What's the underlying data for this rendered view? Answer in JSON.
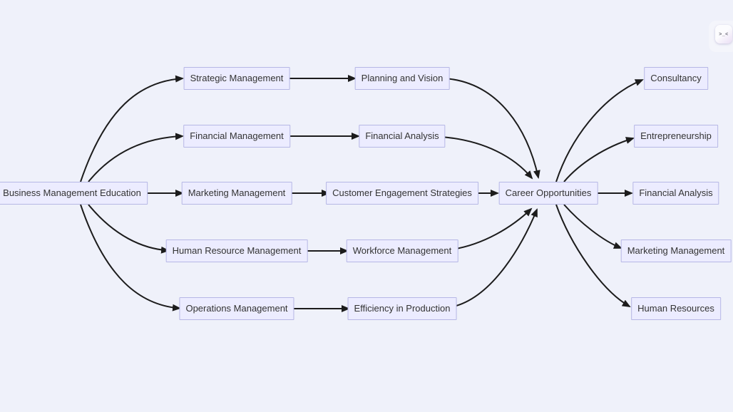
{
  "diagram": {
    "type": "flowchart-lr",
    "colors": {
      "node_fill": "#ECECFF",
      "node_border": "#b6b7e5",
      "edge": "#1c1c1c",
      "background": "#eff1fa",
      "text": "#333333"
    },
    "nodes": [
      {
        "id": "business-management-education",
        "label": "Business Management Education"
      },
      {
        "id": "strategic-management",
        "label": "Strategic Management"
      },
      {
        "id": "financial-management",
        "label": "Financial Management"
      },
      {
        "id": "marketing-management",
        "label": "Marketing Management"
      },
      {
        "id": "human-resource-management",
        "label": "Human Resource Management"
      },
      {
        "id": "operations-management",
        "label": "Operations Management"
      },
      {
        "id": "planning-and-vision",
        "label": "Planning and Vision"
      },
      {
        "id": "financial-analysis",
        "label": "Financial Analysis"
      },
      {
        "id": "customer-engagement-strategies",
        "label": "Customer Engagement Strategies"
      },
      {
        "id": "workforce-management",
        "label": "Workforce Management"
      },
      {
        "id": "efficiency-in-production",
        "label": "Efficiency in Production"
      },
      {
        "id": "career-opportunities",
        "label": "Career Opportunities"
      },
      {
        "id": "consultancy",
        "label": "Consultancy"
      },
      {
        "id": "entrepreneurship",
        "label": "Entrepreneurship"
      },
      {
        "id": "financial-analysis-outcome",
        "label": "Financial Analysis"
      },
      {
        "id": "marketing-management-outcome",
        "label": "Marketing Management"
      },
      {
        "id": "human-resources",
        "label": "Human Resources"
      }
    ],
    "edges": [
      {
        "from": "business-management-education",
        "to": "strategic-management"
      },
      {
        "from": "business-management-education",
        "to": "financial-management"
      },
      {
        "from": "business-management-education",
        "to": "marketing-management"
      },
      {
        "from": "business-management-education",
        "to": "human-resource-management"
      },
      {
        "from": "business-management-education",
        "to": "operations-management"
      },
      {
        "from": "strategic-management",
        "to": "planning-and-vision"
      },
      {
        "from": "financial-management",
        "to": "financial-analysis"
      },
      {
        "from": "marketing-management",
        "to": "customer-engagement-strategies"
      },
      {
        "from": "human-resource-management",
        "to": "workforce-management"
      },
      {
        "from": "operations-management",
        "to": "efficiency-in-production"
      },
      {
        "from": "planning-and-vision",
        "to": "career-opportunities"
      },
      {
        "from": "financial-analysis",
        "to": "career-opportunities"
      },
      {
        "from": "customer-engagement-strategies",
        "to": "career-opportunities"
      },
      {
        "from": "workforce-management",
        "to": "career-opportunities"
      },
      {
        "from": "efficiency-in-production",
        "to": "career-opportunities"
      },
      {
        "from": "career-opportunities",
        "to": "consultancy"
      },
      {
        "from": "career-opportunities",
        "to": "entrepreneurship"
      },
      {
        "from": "career-opportunities",
        "to": "financial-analysis-outcome"
      },
      {
        "from": "career-opportunities",
        "to": "marketing-management-outcome"
      },
      {
        "from": "career-opportunities",
        "to": "human-resources"
      }
    ]
  },
  "badge": {
    "label": ">_<"
  }
}
